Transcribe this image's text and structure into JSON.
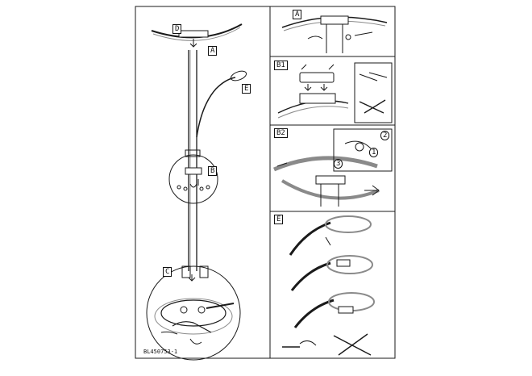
{
  "labels": {
    "D": "D",
    "A": "A",
    "E": "E",
    "B": "B",
    "C": "C",
    "B1": "B1",
    "B2": "B2"
  },
  "step_numbers": [
    "1",
    "2",
    "3"
  ],
  "model_code": "BL450753-1",
  "colors": {
    "line": "#1a1a1a",
    "tone": "#8a8a8a",
    "paper": "#ffffff"
  }
}
